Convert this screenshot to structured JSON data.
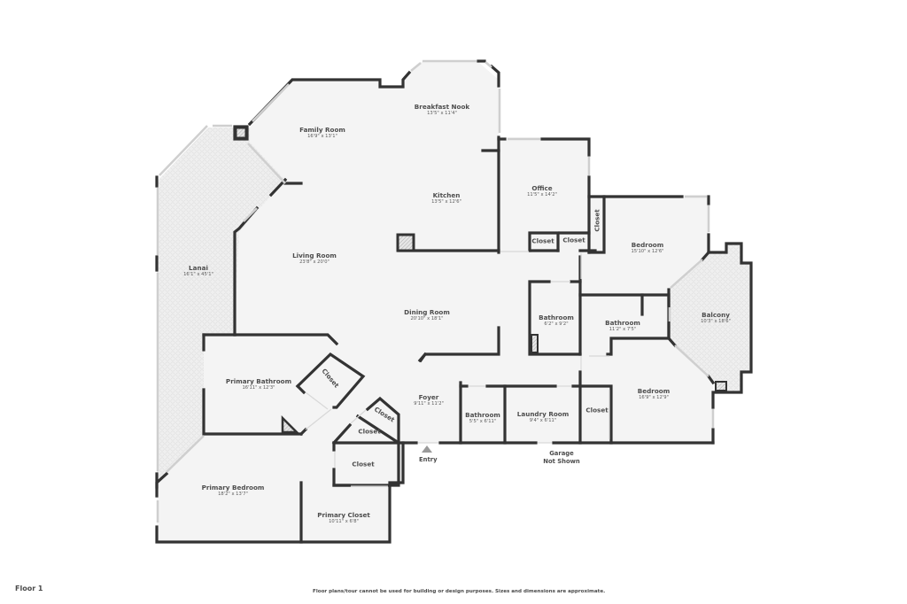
{
  "floor": {
    "label": "Floor 1"
  },
  "disclaimer": "Floor plans/tour cannot be used for building or design purposes. Sizes and dimensions are approximate.",
  "markers": {
    "entry": "Entry",
    "garage_line1": "Garage",
    "garage_line2": "Not Shown"
  },
  "colors": {
    "wall": "#333333",
    "floor": "#f4f4f4",
    "outdoor": "#ececec",
    "window": "#d6d6d6",
    "text": "#4d4d4d"
  },
  "rooms": [
    {
      "id": "breakfast-nook",
      "name": "Breakfast Nook",
      "dims": "13'5\" x 11'4\""
    },
    {
      "id": "family-room",
      "name": "Family Room",
      "dims": "16'9\" x 13'1\""
    },
    {
      "id": "kitchen",
      "name": "Kitchen",
      "dims": "13'5\" x 12'6\""
    },
    {
      "id": "office",
      "name": "Office",
      "dims": "11'5\" x 14'2\""
    },
    {
      "id": "office-closet-1",
      "name": "Closet",
      "dims": ""
    },
    {
      "id": "office-closet-2",
      "name": "Closet",
      "dims": ""
    },
    {
      "id": "bedroom-closet-vertical",
      "name": "Closet",
      "dims": ""
    },
    {
      "id": "bedroom-upper",
      "name": "Bedroom",
      "dims": "15'10\" x 12'6\""
    },
    {
      "id": "lanai",
      "name": "Lanai",
      "dims": "16'1\" x 45'1\""
    },
    {
      "id": "living-room",
      "name": "Living Room",
      "dims": "23'8\" x 20'0\""
    },
    {
      "id": "dining-room",
      "name": "Dining Room",
      "dims": "20'10\" x 18'1\""
    },
    {
      "id": "bathroom-center",
      "name": "Bathroom",
      "dims": "6'2\" x 9'2\""
    },
    {
      "id": "bathroom-right",
      "name": "Bathroom",
      "dims": "11'2\" x 7'5\""
    },
    {
      "id": "balcony",
      "name": "Balcony",
      "dims": "10'3\" x 18'6\""
    },
    {
      "id": "primary-bathroom",
      "name": "Primary Bathroom",
      "dims": "16'11\" x 12'3\""
    },
    {
      "id": "primary-bath-closet",
      "name": "Closet",
      "dims": ""
    },
    {
      "id": "foyer-closet-angled",
      "name": "Closet",
      "dims": ""
    },
    {
      "id": "foyer-closet",
      "name": "Closet",
      "dims": ""
    },
    {
      "id": "foyer",
      "name": "Foyer",
      "dims": "9'11\" x 11'2\""
    },
    {
      "id": "bathroom-small",
      "name": "Bathroom",
      "dims": "5'5\" x 6'11\""
    },
    {
      "id": "laundry-room",
      "name": "Laundry Room",
      "dims": "9'4\" x 6'11\""
    },
    {
      "id": "laundry-closet",
      "name": "Closet",
      "dims": ""
    },
    {
      "id": "bedroom-lower",
      "name": "Bedroom",
      "dims": "16'9\" x 12'9\""
    },
    {
      "id": "primary-bedroom-closet",
      "name": "Closet",
      "dims": ""
    },
    {
      "id": "primary-bedroom",
      "name": "Primary Bedroom",
      "dims": "18'2\" x 13'7\""
    },
    {
      "id": "primary-closet",
      "name": "Primary Closet",
      "dims": "10'11\" x 6'8\""
    }
  ]
}
